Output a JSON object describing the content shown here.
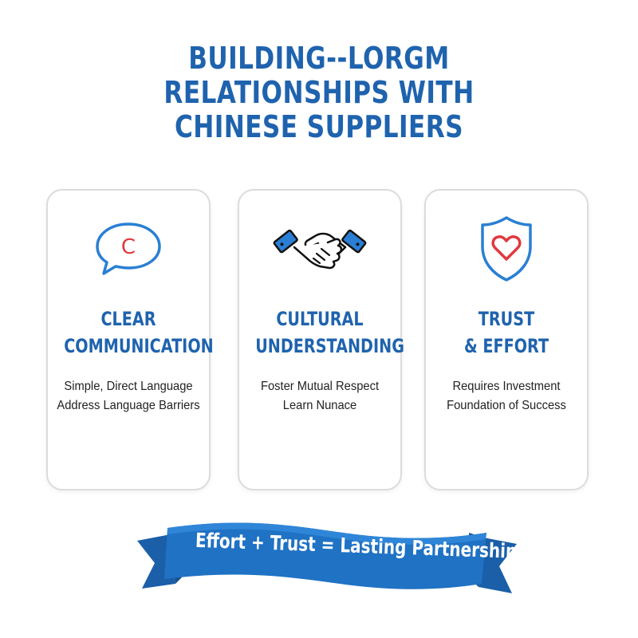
{
  "title": {
    "line1": "BUILDING--LORGM",
    "line2": "RELATIONSHIPS WITH",
    "line3": "CHINESE SUPPLIERS"
  },
  "cards": [
    {
      "icon": "chat-bubble-icon",
      "icon_letter": "C",
      "heading_line1": "CLEAR",
      "heading_line2": "COMMUNICATION",
      "body_line1": "Simple, Direct Language",
      "body_line2": "Address Language Barriers"
    },
    {
      "icon": "handshake-icon",
      "heading_line1": "CULTURAL",
      "heading_line2": "UNDERSTANDING",
      "body_line1": "Foster Mutual Respect",
      "body_line2": "Learn Nunace"
    },
    {
      "icon": "shield-heart-icon",
      "heading_line1": "TRUST",
      "heading_line2": "& EFFORT",
      "body_line1": "Requires Investment",
      "body_line2": "Foundation of Success"
    }
  ],
  "banner": {
    "text": "Effort + Trust = Lasting Partnerships"
  },
  "colors": {
    "primary_blue": "#1f63ae",
    "icon_blue": "#2a7fd4",
    "accent_red": "#e0393e",
    "banner_blue": "#1f72c4",
    "banner_dark": "#15528f"
  }
}
